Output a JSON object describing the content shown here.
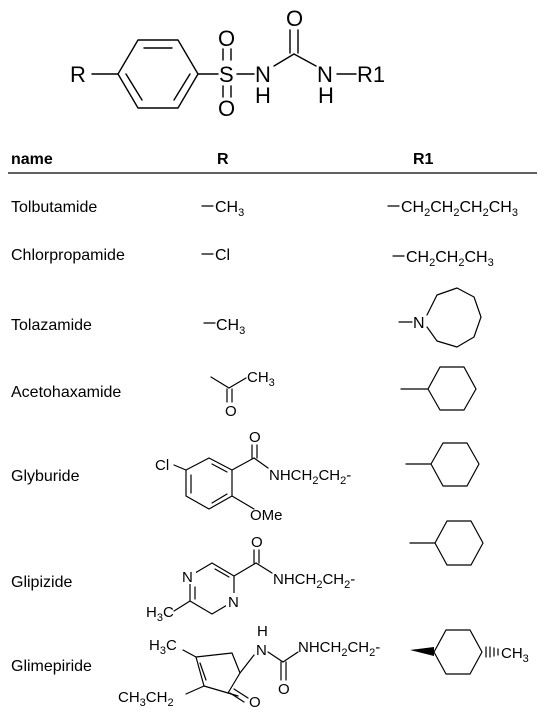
{
  "header": {
    "col_name": "name",
    "col_r": "R",
    "col_r1": "R1"
  },
  "core": {
    "r": "R",
    "s": "S",
    "o": "O",
    "n": "N",
    "h": "H",
    "r1": "R1"
  },
  "rows": [
    {
      "name": "Tolbutamide",
      "r": {
        "text": "CH",
        "sub": "3"
      },
      "r1": {
        "parts": [
          [
            "CH",
            "2"
          ],
          [
            "CH",
            "2"
          ],
          [
            "CH",
            "2"
          ],
          [
            "CH",
            "3"
          ]
        ]
      }
    },
    {
      "name": "Chlorpropamide",
      "r": {
        "text": "Cl"
      },
      "r1": {
        "parts": [
          [
            "CH",
            "2"
          ],
          [
            "CH",
            "2"
          ],
          [
            "CH",
            "3"
          ]
        ]
      }
    },
    {
      "name": "Tolazamide",
      "r": {
        "text": "CH",
        "sub": "3"
      },
      "r1": {
        "n": "N"
      }
    },
    {
      "name": "Acetohaxamide",
      "r": {
        "ch3": "CH",
        "sub": "3",
        "o": "O"
      }
    },
    {
      "name": "Glyburide",
      "r": {
        "cl": "Cl",
        "o": "O",
        "chain": "NHCH",
        "sub1": "2",
        "mid": "CH",
        "sub2": "2",
        "tail": "-",
        "ome": "OMe"
      }
    },
    {
      "name": "Glipizide",
      "r": {
        "n": "N",
        "o": "O",
        "chain": "NHCH",
        "sub1": "2",
        "mid": "CH",
        "sub2": "2",
        "tail": "-",
        "h3c": "H",
        "h3c_sub": "3",
        "h3c_c": "C"
      }
    },
    {
      "name": "Glimepiride",
      "r": {
        "h3c": "H",
        "h3c_sub": "3",
        "h3c_c": "C",
        "nh_h": "H",
        "nh_n": "N",
        "o1": "O",
        "o2": "O",
        "chain": "NHCH",
        "sub1": "2",
        "mid": "CH",
        "sub2": "2",
        "tail": "-",
        "ethyl1": "CH",
        "ethyl_sub1": "3",
        "ethyl2": "CH",
        "ethyl_sub2": "2"
      },
      "r1": {
        "ch3": "CH",
        "sub": "3"
      }
    }
  ]
}
